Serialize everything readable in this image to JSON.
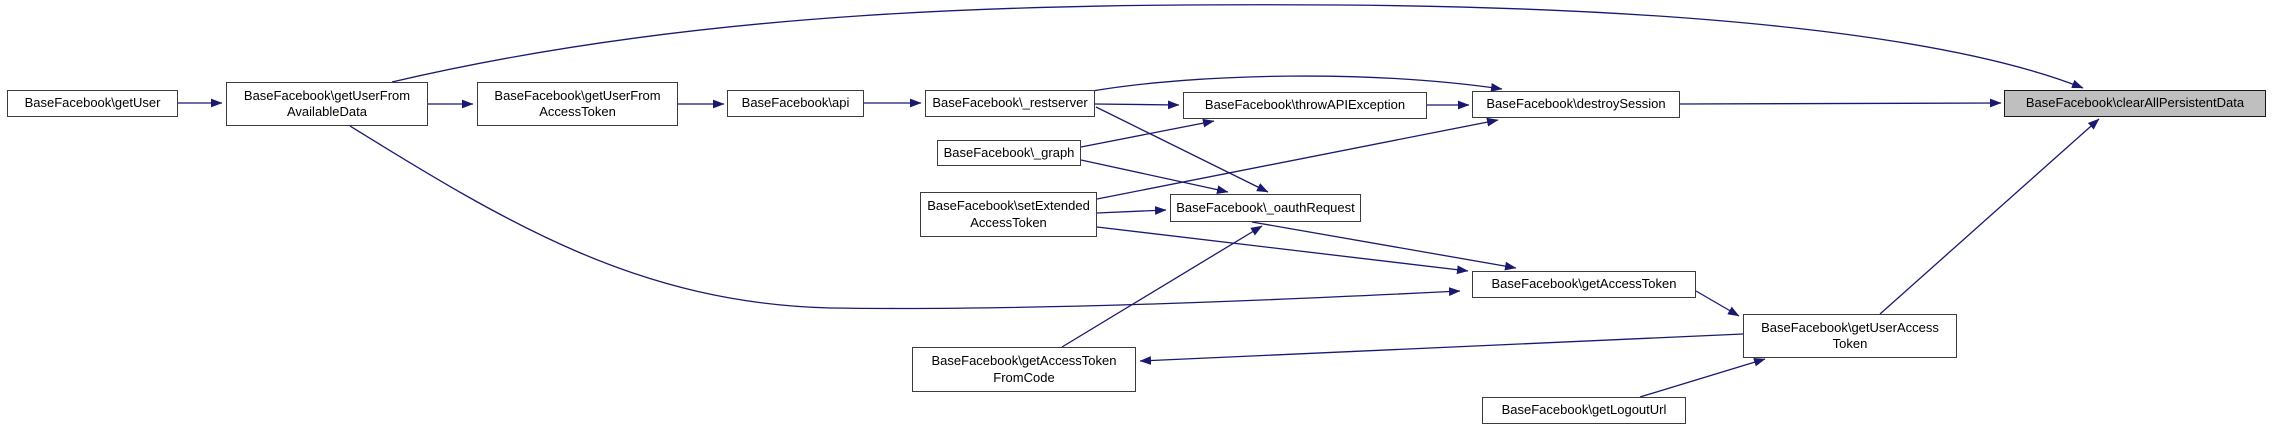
{
  "diagram": {
    "kind": "doxygen-caller-graph",
    "focus_node": "BaseFacebook\\clearAllPersistentData",
    "colors": {
      "background": "#ffffff",
      "edge": "#191970",
      "node_border": "#3c3c3c",
      "node_fill": "#ffffff",
      "focus_node_fill": "#bfbfbf",
      "text": "#000000"
    },
    "nodes": {
      "getUser": {
        "label": "BaseFacebook\\getUser"
      },
      "getUserFromAvailableData": {
        "label": "BaseFacebook\\getUserFrom\nAvailableData"
      },
      "getUserFromAccessToken": {
        "label": "BaseFacebook\\getUserFrom\nAccessToken"
      },
      "api": {
        "label": "BaseFacebook\\api"
      },
      "restserver": {
        "label": "BaseFacebook\\_restserver"
      },
      "graph": {
        "label": "BaseFacebook\\_graph"
      },
      "throwAPIException": {
        "label": "BaseFacebook\\throwAPIException"
      },
      "destroySession": {
        "label": "BaseFacebook\\destroySession"
      },
      "clearAllPersistentData": {
        "label": "BaseFacebook\\clearAllPersistentData"
      },
      "setExtendedAccessToken": {
        "label": "BaseFacebook\\setExtended\nAccessToken"
      },
      "oauthRequest": {
        "label": "BaseFacebook\\_oauthRequest"
      },
      "getAccessToken": {
        "label": "BaseFacebook\\getAccessToken"
      },
      "getUserAccessToken": {
        "label": "BaseFacebook\\getUserAccess\nToken"
      },
      "getAccessTokenFromCode": {
        "label": "BaseFacebook\\getAccessToken\nFromCode"
      },
      "getLogoutUrl": {
        "label": "BaseFacebook\\getLogoutUrl"
      }
    },
    "edges": [
      {
        "from": "getUser",
        "to": "getUserFromAvailableData"
      },
      {
        "from": "getUserFromAvailableData",
        "to": "getUserFromAccessToken"
      },
      {
        "from": "getUserFromAvailableData",
        "to": "clearAllPersistentData"
      },
      {
        "from": "getUserFromAvailableData",
        "to": "getAccessToken"
      },
      {
        "from": "getUserFromAccessToken",
        "to": "api"
      },
      {
        "from": "api",
        "to": "restserver"
      },
      {
        "from": "restserver",
        "to": "throwAPIException"
      },
      {
        "from": "restserver",
        "to": "destroySession"
      },
      {
        "from": "restserver",
        "to": "oauthRequest"
      },
      {
        "from": "graph",
        "to": "throwAPIException"
      },
      {
        "from": "graph",
        "to": "oauthRequest"
      },
      {
        "from": "setExtendedAccessToken",
        "to": "destroySession"
      },
      {
        "from": "setExtendedAccessToken",
        "to": "oauthRequest"
      },
      {
        "from": "setExtendedAccessToken",
        "to": "getAccessToken"
      },
      {
        "from": "throwAPIException",
        "to": "destroySession"
      },
      {
        "from": "destroySession",
        "to": "clearAllPersistentData"
      },
      {
        "from": "oauthRequest",
        "to": "getAccessToken"
      },
      {
        "from": "getAccessToken",
        "to": "getUserAccessToken"
      },
      {
        "from": "getUserAccessToken",
        "to": "getAccessTokenFromCode"
      },
      {
        "from": "getUserAccessToken",
        "to": "clearAllPersistentData"
      },
      {
        "from": "getAccessTokenFromCode",
        "to": "oauthRequest"
      },
      {
        "from": "getLogoutUrl",
        "to": "getUserAccessToken"
      }
    ]
  }
}
